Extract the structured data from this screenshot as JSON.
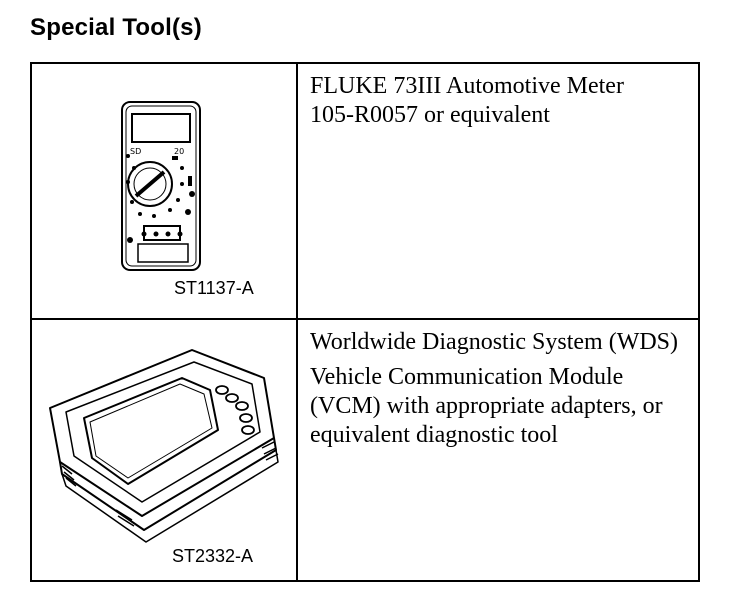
{
  "page": {
    "title": "Special Tool(s)"
  },
  "tools": [
    {
      "figure_label": "ST1137-A",
      "illustration": "multimeter-illustration",
      "description_lines": [
        "FLUKE 73III Automotive Meter",
        "105-R0057 or equivalent"
      ]
    },
    {
      "figure_label": "ST2332-A",
      "illustration": "diagnostic-tablet-illustration",
      "description_paragraphs": [
        "Worldwide Diagnostic System (WDS)",
        "Vehicle Communication Module (VCM) with appropriate adapters, or equivalent diagnostic tool"
      ]
    }
  ]
}
